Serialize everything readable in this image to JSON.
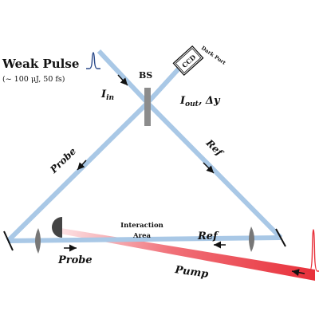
{
  "source": {
    "title": "Weak Pulse",
    "params": "(~ 100 μJ, 50 fs)"
  },
  "labels": {
    "beam_splitter": "BS",
    "input_beam": "I",
    "input_sub": "in",
    "output_beam": "I",
    "output_sub": "out",
    "output_suffix": ", Δy",
    "dark_port": "Dark Port",
    "detector": "CCD",
    "probe_diagonal": "Probe",
    "ref_diagonal": "Ref",
    "probe_bottom": "Probe",
    "ref_bottom": "Ref",
    "pump": "Pump",
    "interaction_line1": "Interaction",
    "interaction_line2": "Area"
  },
  "colors": {
    "beam": "#a9c8e6",
    "pump": "#e8303a",
    "weak_pulse": "#2b4a8a",
    "optics": "#8c8c8c",
    "ink": "#111111"
  }
}
